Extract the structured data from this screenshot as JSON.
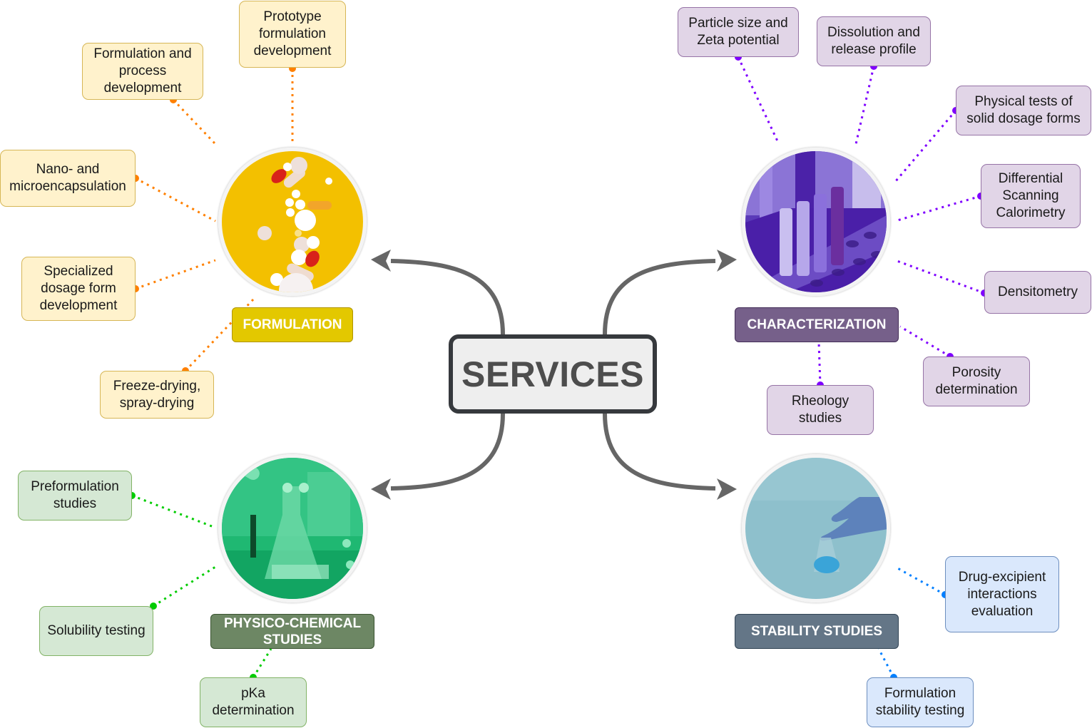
{
  "center": {
    "label": "SERVICES"
  },
  "colors": {
    "arrow": "#666666",
    "formulation_dot": "#ff8000",
    "characterization_dot": "#7f00ff",
    "physico_dot": "#00cc00",
    "stability_dot": "#007fff"
  },
  "categories": [
    {
      "id": "formulation",
      "label": "FORMULATION",
      "fill": "#e3c800",
      "border": "#b09500",
      "image": "pills-on-yellow-photo",
      "items": [
        "Prototype\nformulation\ndevelopment",
        "Formulation and\nprocess\ndevelopment",
        "Nano- and\nmicroencapsulation",
        "Specialized\ndosage form\ndevelopment",
        "Freeze-drying,\nspray-drying"
      ]
    },
    {
      "id": "characterization",
      "label": "CHARACTERIZATION",
      "fill": "#76608a",
      "border": "#432d57",
      "image": "test-tubes-purple-photo",
      "items": [
        "Particle size and\nZeta potential",
        "Dissolution and\nrelease profile",
        "Physical tests of\nsolid dosage forms",
        "Differential\nScanning\nCalorimetry",
        "Densitometry",
        "Porosity\ndetermination",
        "Rheology\nstudies"
      ]
    },
    {
      "id": "physico",
      "label": "PHYSICO-CHEMICAL\nSTUDIES",
      "fill": "#6d8764",
      "border": "#3a5431",
      "image": "flask-green-photo",
      "items": [
        "Preformulation\nstudies",
        "Solubility testing",
        "pKa\ndetermination"
      ]
    },
    {
      "id": "stability",
      "label": "STABILITY STUDIES",
      "fill": "#647687",
      "border": "#314354",
      "image": "gloved-hand-flask-blue-photo",
      "items": [
        "Drug-excipient\ninteractions\nevaluation",
        "Formulation\nstability testing"
      ]
    }
  ]
}
